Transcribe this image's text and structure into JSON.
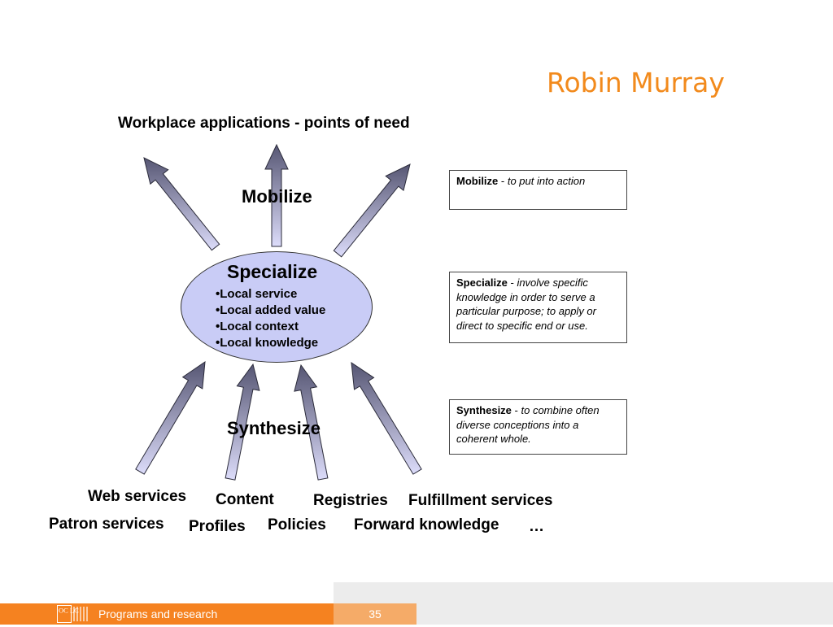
{
  "header": {
    "title": "Robin Murray"
  },
  "diagram": {
    "top_label": "Workplace applications - points of need",
    "mobilize_label": "Mobilize",
    "synthesize_label": "Synthesize",
    "center": {
      "title": "Specialize",
      "items": [
        "Local service",
        "Local added value",
        "Local context",
        "Local knowledge"
      ]
    },
    "definitions": [
      {
        "term": "Mobilize",
        "separator": " - ",
        "text": "to put into action"
      },
      {
        "term": "Specialize",
        "separator": " - ",
        "text": "involve specific knowledge in order to serve a particular purpose; to apply or direct to specific end or use."
      },
      {
        "term": "Synthesize",
        "separator": " - ",
        "text": "to combine often diverse conceptions into a coherent whole."
      }
    ],
    "sources": {
      "web_services": "Web services",
      "content": "Content",
      "registries": "Registries",
      "fulfillment_services": "Fulfillment services",
      "patron_services": "Patron services",
      "profiles": "Profiles",
      "policies": "Policies",
      "forward_knowledge": "Forward knowledge",
      "more": "…"
    },
    "colors": {
      "ellipse_fill": "#c9ccf6",
      "arrow_light": "#dcdcfa",
      "arrow_dark": "#565673"
    }
  },
  "footer": {
    "logo_text": "OC LC",
    "program": "Programs and research",
    "page_number": "35",
    "colors": {
      "orange": "#f58220",
      "light_orange": "#f5ab68",
      "gray": "#ececec"
    }
  }
}
